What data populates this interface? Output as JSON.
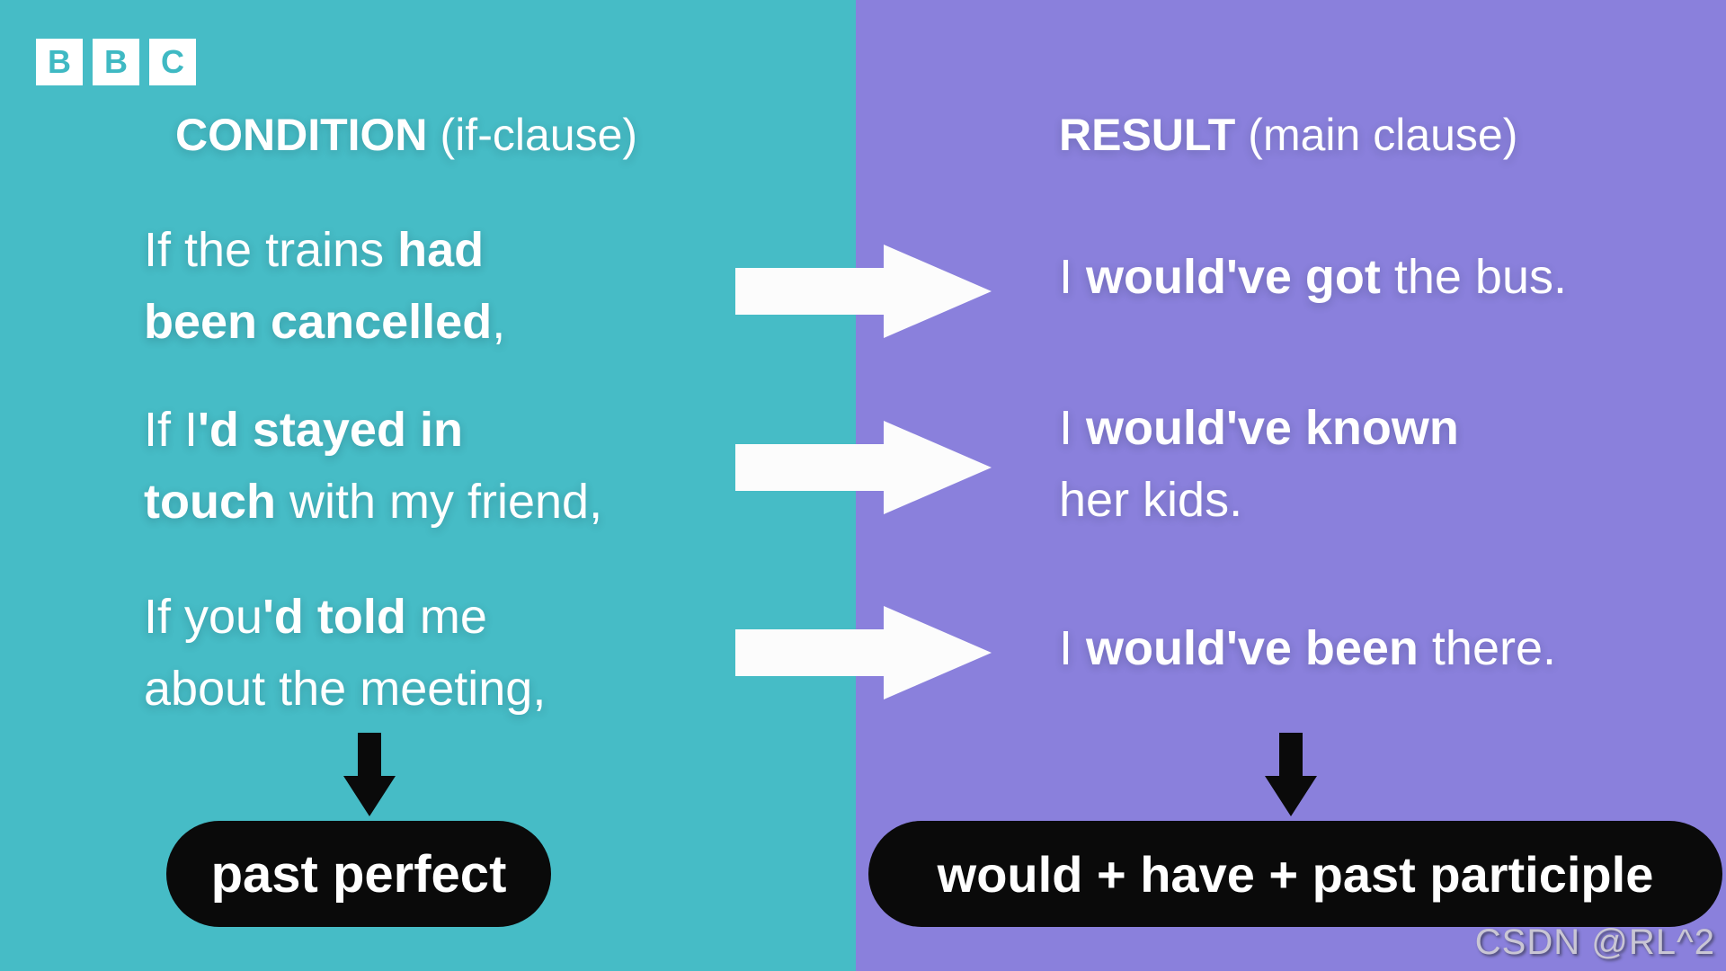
{
  "logo": {
    "letters": [
      "B",
      "B",
      "C"
    ]
  },
  "colors": {
    "left_background": "#46BCC6",
    "right_background": "#8A80DC",
    "pill_background": "#0a0a0a",
    "text": "#ffffff",
    "arrow_white": "#fcfcfc",
    "arrow_black": "#0a0a0a"
  },
  "condition": {
    "heading": {
      "title": "CONDITION",
      "subtitle": "(if-clause)"
    },
    "sentences": [
      {
        "lines": [
          {
            "segs": [
              {
                "t": "If the trains ",
                "bold": false
              },
              {
                "t": "had",
                "bold": true
              }
            ]
          },
          {
            "segs": [
              {
                "t": "been cancelled",
                "bold": true
              },
              {
                "t": ",",
                "bold": false
              }
            ]
          }
        ]
      },
      {
        "lines": [
          {
            "segs": [
              {
                "t": "If I",
                "bold": false
              },
              {
                "t": "'d stayed in",
                "bold": true
              }
            ]
          },
          {
            "segs": [
              {
                "t": "touch",
                "bold": true
              },
              {
                "t": " with my friend,",
                "bold": false
              }
            ]
          }
        ]
      },
      {
        "lines": [
          {
            "segs": [
              {
                "t": "If you",
                "bold": false
              },
              {
                "t": "'d told",
                "bold": true
              },
              {
                "t": " me",
                "bold": false
              }
            ]
          },
          {
            "segs": [
              {
                "t": "about the meeting,",
                "bold": false
              }
            ]
          }
        ]
      }
    ],
    "label": "past perfect"
  },
  "result": {
    "heading": {
      "title": "RESULT",
      "subtitle": "(main clause)"
    },
    "sentences": [
      {
        "lines": [
          {
            "segs": [
              {
                "t": "I ",
                "bold": false
              },
              {
                "t": "would've got",
                "bold": true
              },
              {
                "t": " the bus.",
                "bold": false
              }
            ]
          }
        ]
      },
      {
        "lines": [
          {
            "segs": [
              {
                "t": "I ",
                "bold": false
              },
              {
                "t": "would've known",
                "bold": true
              }
            ]
          },
          {
            "segs": [
              {
                "t": "her kids.",
                "bold": false
              }
            ]
          }
        ]
      },
      {
        "lines": [
          {
            "segs": [
              {
                "t": "I ",
                "bold": false
              },
              {
                "t": "would've been",
                "bold": true
              },
              {
                "t": " there.",
                "bold": false
              }
            ]
          }
        ]
      }
    ],
    "label": "would + have + past participle"
  },
  "watermark": "CSDN @RL^2"
}
